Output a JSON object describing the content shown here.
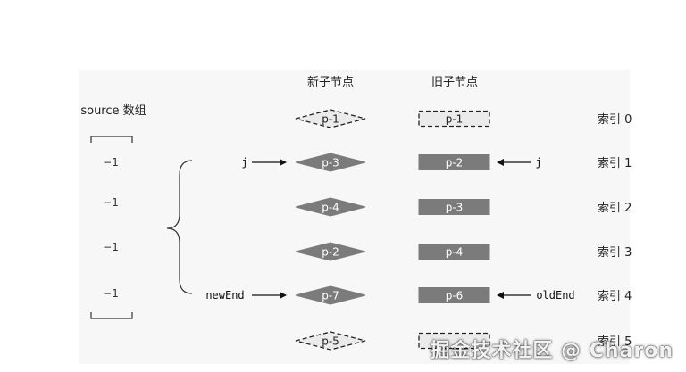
{
  "headers": {
    "new_children": "新子节点",
    "old_children": "旧子节点",
    "source": "source 数组"
  },
  "source_values": [
    "−1",
    "−1",
    "−1",
    "−1"
  ],
  "new_nodes": [
    {
      "label": "p-1",
      "style": "dashed"
    },
    {
      "label": "p-3",
      "style": "filled"
    },
    {
      "label": "p-4",
      "style": "filled"
    },
    {
      "label": "p-2",
      "style": "filled"
    },
    {
      "label": "p-7",
      "style": "filled"
    },
    {
      "label": "p-5",
      "style": "dashed"
    }
  ],
  "old_nodes": [
    {
      "label": "p-1",
      "style": "dashed"
    },
    {
      "label": "p-2",
      "style": "filled"
    },
    {
      "label": "p-3",
      "style": "filled"
    },
    {
      "label": "p-4",
      "style": "filled"
    },
    {
      "label": "p-6",
      "style": "filled"
    },
    {
      "label": "",
      "style": "dashed"
    }
  ],
  "index_labels": [
    "索引 0",
    "索引 1",
    "索引 2",
    "索引 3",
    "索引 4",
    "索引 5"
  ],
  "pointers": {
    "j_left": "j",
    "j_right": "j",
    "new_end": "newEnd",
    "old_end": "oldEnd"
  },
  "watermark": "掘金技术社区 @ Charon",
  "colors": {
    "node_fill": "#7b7b7b",
    "dashed_fill": "#ebebeb",
    "text_light": "#ffffff",
    "text_dark": "#222222",
    "panel_bg": "#f7f7f7"
  }
}
